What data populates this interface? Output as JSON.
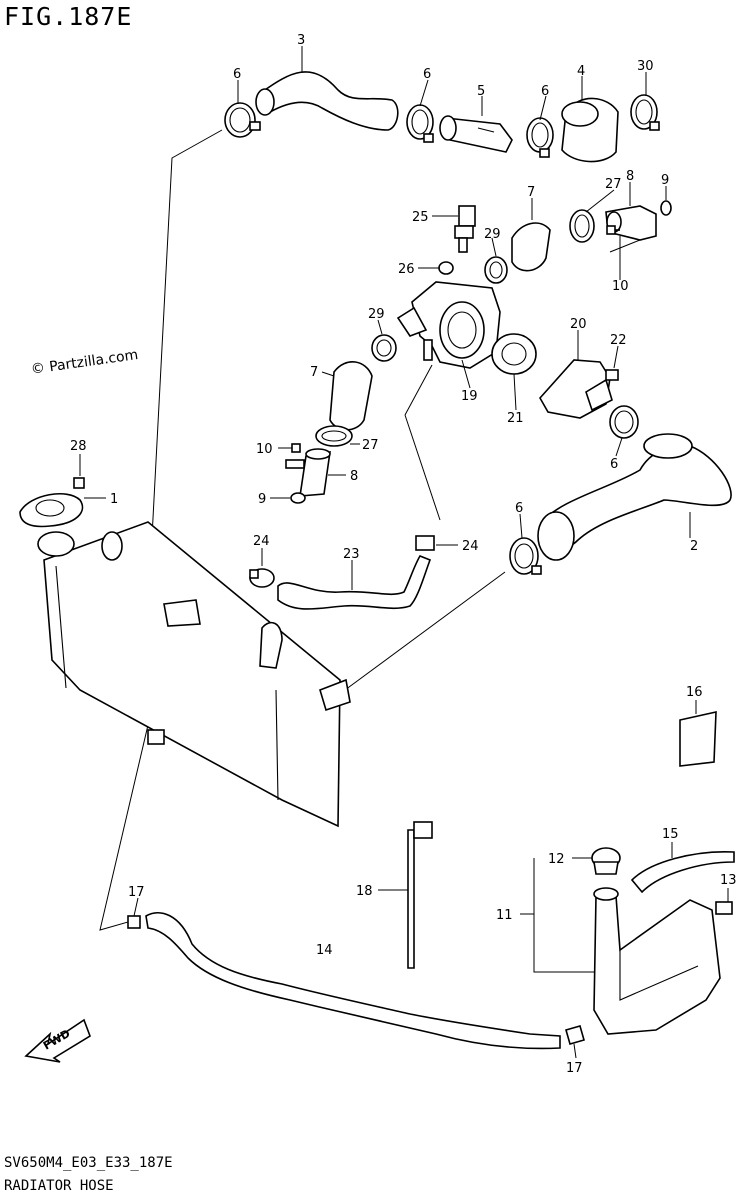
{
  "figure": {
    "title": "FIG.187E",
    "watermark": "© Partzilla.com",
    "code": "SV650M4_E03_E33_187E",
    "name": "RADIATOR HOSE"
  },
  "fwd_label": "FWD",
  "callouts": [
    {
      "id": "c3",
      "label": "3"
    },
    {
      "id": "c6a",
      "label": "6"
    },
    {
      "id": "c6b",
      "label": "6"
    },
    {
      "id": "c5",
      "label": "5"
    },
    {
      "id": "c6c",
      "label": "6"
    },
    {
      "id": "c4",
      "label": "4"
    },
    {
      "id": "c30",
      "label": "30"
    },
    {
      "id": "c7a",
      "label": "7"
    },
    {
      "id": "c27a",
      "label": "27"
    },
    {
      "id": "c8a",
      "label": "8"
    },
    {
      "id": "c9a",
      "label": "9"
    },
    {
      "id": "c25",
      "label": "25"
    },
    {
      "id": "c29a",
      "label": "29"
    },
    {
      "id": "c26",
      "label": "26"
    },
    {
      "id": "c10a",
      "label": "10"
    },
    {
      "id": "c29b",
      "label": "29"
    },
    {
      "id": "c20",
      "label": "20"
    },
    {
      "id": "c22",
      "label": "22"
    },
    {
      "id": "c7b",
      "label": "7"
    },
    {
      "id": "c19",
      "label": "19"
    },
    {
      "id": "c21",
      "label": "21"
    },
    {
      "id": "c10b",
      "label": "10"
    },
    {
      "id": "c27b",
      "label": "27"
    },
    {
      "id": "c6d",
      "label": "6"
    },
    {
      "id": "c28",
      "label": "28"
    },
    {
      "id": "c8b",
      "label": "8"
    },
    {
      "id": "c1",
      "label": "1"
    },
    {
      "id": "c9b",
      "label": "9"
    },
    {
      "id": "c6e",
      "label": "6"
    },
    {
      "id": "c2",
      "label": "2"
    },
    {
      "id": "c24a",
      "label": "24"
    },
    {
      "id": "c23",
      "label": "23"
    },
    {
      "id": "c24b",
      "label": "24"
    },
    {
      "id": "c16",
      "label": "16"
    },
    {
      "id": "c15",
      "label": "15"
    },
    {
      "id": "c12",
      "label": "12"
    },
    {
      "id": "c13",
      "label": "13"
    },
    {
      "id": "c18",
      "label": "18"
    },
    {
      "id": "c11",
      "label": "11"
    },
    {
      "id": "c17a",
      "label": "17"
    },
    {
      "id": "c14",
      "label": "14"
    },
    {
      "id": "c17b",
      "label": "17"
    }
  ]
}
